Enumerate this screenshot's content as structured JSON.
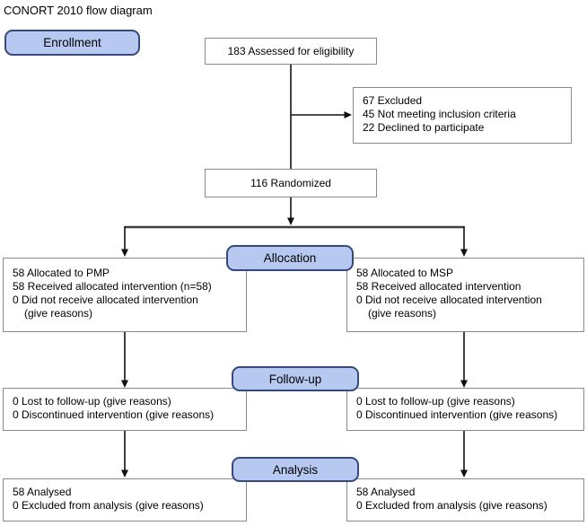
{
  "title": "CONORT 2010 flow diagram",
  "colors": {
    "stage_fill": "#b7c9f1",
    "stage_border": "#344a7d",
    "box_border": "#8a8a8a",
    "connector": "#111111",
    "junction": "#3f3f3f"
  },
  "stages": {
    "enrollment": "Enrollment",
    "allocation": "Allocation",
    "followup": "Follow-up",
    "analysis": "Analysis"
  },
  "boxes": {
    "assessed": {
      "text": "183 Assessed for eligibility"
    },
    "excluded": {
      "lines": [
        "67 Excluded",
        "45 Not meeting inclusion criteria",
        "22 Declined to participate"
      ]
    },
    "randomized": {
      "text": "116 Randomized"
    },
    "allocation_left": {
      "lines": [
        "58 Allocated to PMP",
        "58 Received allocated intervention (n=58)",
        "0 Did not receive allocated intervention",
        "(give reasons)"
      ]
    },
    "allocation_right": {
      "lines": [
        "58 Allocated to MSP",
        "58 Received allocated intervention",
        "0 Did not receive allocated intervention",
        "(give reasons)"
      ]
    },
    "followup_left": {
      "lines": [
        "0 Lost to follow-up (give reasons)",
        "0 Discontinued intervention (give reasons)"
      ]
    },
    "followup_right": {
      "lines": [
        "0 Lost to follow-up (give reasons)",
        "0 Discontinued intervention (give reasons)"
      ]
    },
    "analysis_left": {
      "lines": [
        "58 Analysed",
        "0 Excluded from analysis (give reasons)"
      ]
    },
    "analysis_right": {
      "lines": [
        "58 Analysed",
        "0 Excluded from analysis (give reasons)"
      ]
    }
  }
}
